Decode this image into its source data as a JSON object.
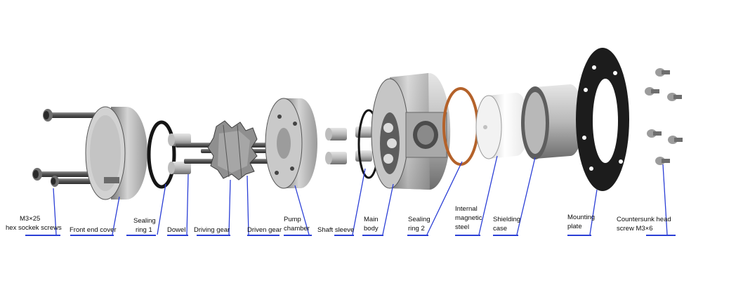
{
  "labels": {
    "screws": [
      "M3×25",
      "hex sockek screws"
    ],
    "front_cover": "Front end cover",
    "sealing_ring_1": [
      "Sealing",
      "ring 1"
    ],
    "dowel": "Dowel",
    "driving_gear": "Driving gear",
    "driven_gear": "Driven gear",
    "pump_chamber": [
      "Pump",
      "chamber"
    ],
    "shaft_sleeve": "Shaft sleeve",
    "main_body": [
      "Main",
      "body"
    ],
    "sealing_ring_2": [
      "Sealing",
      "ring 2"
    ],
    "magnetic_steel": [
      "Internal",
      "magnetic",
      "steel"
    ],
    "shielding_case": [
      "Shielding",
      "case"
    ],
    "mounting_plate": [
      "Mounting",
      "plate"
    ],
    "countersunk_screw": [
      "Countersunk head",
      "screw  M3×6"
    ]
  },
  "colors": {
    "leader_line": "#2b3fd6",
    "metal_light": "#d9d9d9",
    "metal_mid": "#a8a8a8",
    "metal_dark": "#5e5e5e",
    "ring_black": "#151515",
    "ring_orange": "#b4622a",
    "plate_black": "#1c1c1c"
  }
}
